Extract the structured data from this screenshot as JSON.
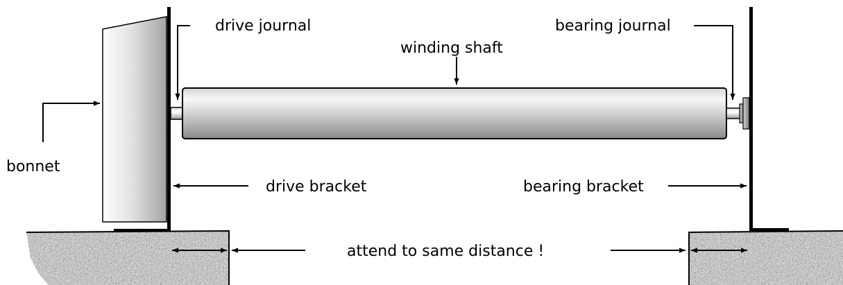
{
  "labels": {
    "drive_journal": "drive journal",
    "bearing_journal": "bearing journal",
    "winding_shaft": "winding shaft",
    "bonnet": "bonnet",
    "drive_bracket": "drive bracket",
    "bearing_bracket": "bearing bracket",
    "attend_same_distance": "attend to same distance !"
  },
  "colors": {
    "line": "#000000",
    "shaft_light": "#f4f4f4",
    "shaft_mid": "#cfcfcf",
    "shaft_dark": "#8f8f8f",
    "bonnet_light": "#ffffff",
    "bonnet_dark": "#a8a8a8",
    "ground_base": "#bdbdbd"
  }
}
